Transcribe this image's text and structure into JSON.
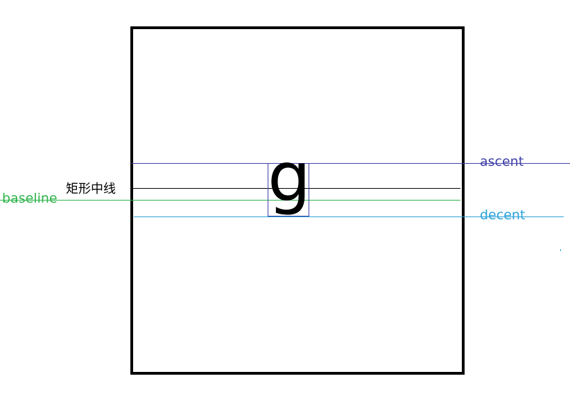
{
  "diagram": {
    "glyph": "g",
    "labels": {
      "ascent": "ascent",
      "descent": "decent",
      "baseline": "baseline",
      "rect_center_line": "矩形中线"
    }
  },
  "colors": {
    "ascent": "#4040a8",
    "descent": "#2aa0d8",
    "baseline": "#2db34a",
    "center_line": "#000000",
    "frame": "#000000"
  }
}
